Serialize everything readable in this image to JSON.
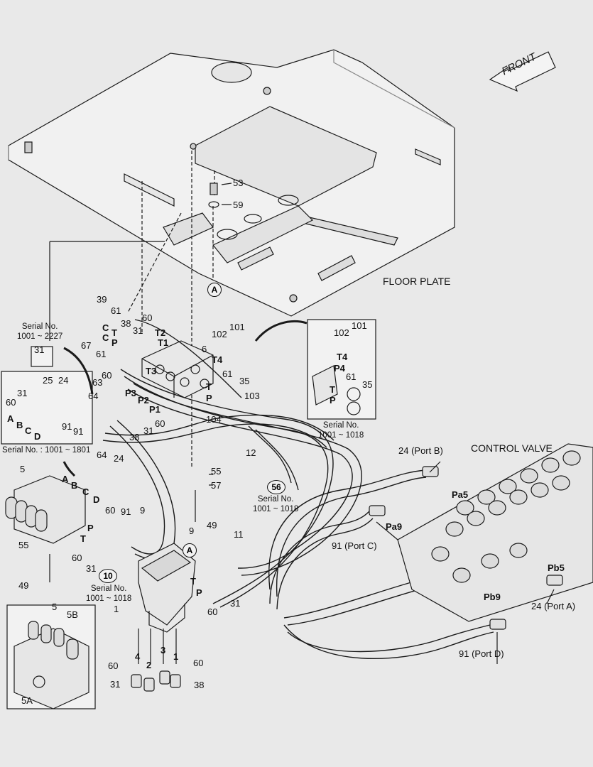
{
  "section_labels": {
    "floor_plate": "FLOOR PLATE",
    "control_valve": "CONTROL VALVE",
    "front": "FRONT"
  },
  "callouts": {
    "a_top": "A",
    "a_valve": "A",
    "ten": "10",
    "fifty_six": "56"
  },
  "serial_notes": {
    "s_2227": "Serial No.\n1001 ~ 2227",
    "s_1801": "Serial No. : 1001 ~ 1801",
    "s_1018_inset": "Serial No.\n1001 ~ 1018",
    "s_1018_mid": "Serial No.\n1001 ~ 1018",
    "s_1018_low": "Serial No.\n1001 ~ 1018"
  },
  "port_labels": {
    "port_b": "24 (Port B)",
    "port_a": "24 (Port A)",
    "port_c": "91 (Port C)",
    "port_d": "91 (Port D)",
    "pa5": "Pa5",
    "pa9": "Pa9",
    "pb5": "Pb5",
    "pb9": "Pb9"
  },
  "parts": {
    "p53": "53",
    "p59": "59",
    "p39": "39",
    "p61a": "61",
    "p60a": "60",
    "p38a": "38",
    "p31a": "31",
    "p67": "67",
    "p61b": "61",
    "p6": "6",
    "p102": "102",
    "p101": "101",
    "p31s": "31",
    "p25": "25",
    "p24a": "24",
    "p60b": "60",
    "p63": "63",
    "p64a": "64",
    "p61c": "61",
    "p35": "35",
    "p103": "103",
    "p104": "104",
    "p60c": "60",
    "p31b": "31",
    "p38b": "38",
    "p31c": "31",
    "p60d": "60",
    "p91a": "91",
    "p91b": "91",
    "p12": "12",
    "p64b": "64",
    "p24b": "24",
    "p5": "5",
    "p55a": "55",
    "p57": "57",
    "p60e": "60",
    "p91c": "91",
    "p9a": "9",
    "p9b": "9",
    "p49a": "49",
    "p11": "11",
    "p55b": "55",
    "p60f": "60",
    "p31d": "31",
    "p49b": "49",
    "p1": "1",
    "p60g": "60",
    "p31e": "31",
    "p5b": "5",
    "p5B": "5B",
    "p5A": "5A",
    "p60h": "60",
    "p31f": "31",
    "p60i": "60",
    "p38c": "38",
    "i102": "102",
    "i101": "101",
    "i61": "61",
    "i35": "35",
    "s31": "31",
    "s60": "60",
    "s24": "24",
    "s25": "25",
    "s91": "91",
    "s91b": "91"
  },
  "port_letters": {
    "c1": "C",
    "c2": "C",
    "t1": "T",
    "p1": "P",
    "t2": "T2",
    "t1b": "T1",
    "t3": "T3",
    "t4": "T4",
    "tt": "T",
    "pp": "P",
    "p3": "P3",
    "p2": "P2",
    "pp1": "P1",
    "a": "A",
    "b": "B",
    "c": "C",
    "d": "D",
    "sa": "A",
    "sb": "B",
    "sc": "C",
    "sd": "D",
    "ip4": "P4",
    "it4": "T4",
    "it": "T",
    "ip": "P",
    "vt": "T",
    "vp": "P",
    "bt": "T",
    "bp": "P",
    "n4": "4",
    "n2": "2",
    "n3": "3",
    "n1": "1"
  }
}
